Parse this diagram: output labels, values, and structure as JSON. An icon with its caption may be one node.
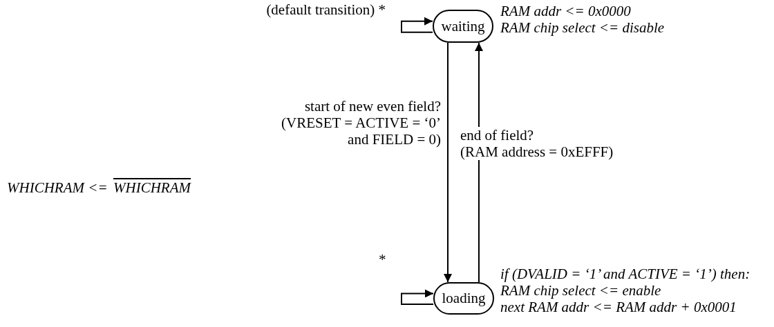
{
  "diagram": {
    "nodes": [
      {
        "text": [
          "waiting"
        ],
        "beside": [
          "RAM addr <= 0x0000",
          "RAM chip select <= disable"
        ]
      },
      {
        "text": [
          "loading"
        ],
        "beside": [
          "if (DVALID = ‘1’ and ACTIVE = ‘1’) then:",
          "RAM chip select <= enable",
          "next RAM addr <= RAM addr + 0x0001"
        ]
      }
    ],
    "edges": [
      {
        "from": 0,
        "to": 0,
        "arrow": "to",
        "label": "(default transition) *"
      },
      {
        "from": 0,
        "to": 1,
        "arrow": "to",
        "label": "start of new even field? (VRESET = ACTIVE = ‘0’ and FIELD = 0)"
      },
      {
        "from": 1,
        "to": 0,
        "arrow": "to",
        "label": "end of field? (RAM address = 0xEFFF)"
      },
      {
        "from": 1,
        "to": 1,
        "arrow": "to",
        "label": "*"
      }
    ],
    "labels": [
      "WHICHRAM <=",
      "WHICHRAM"
    ]
  }
}
